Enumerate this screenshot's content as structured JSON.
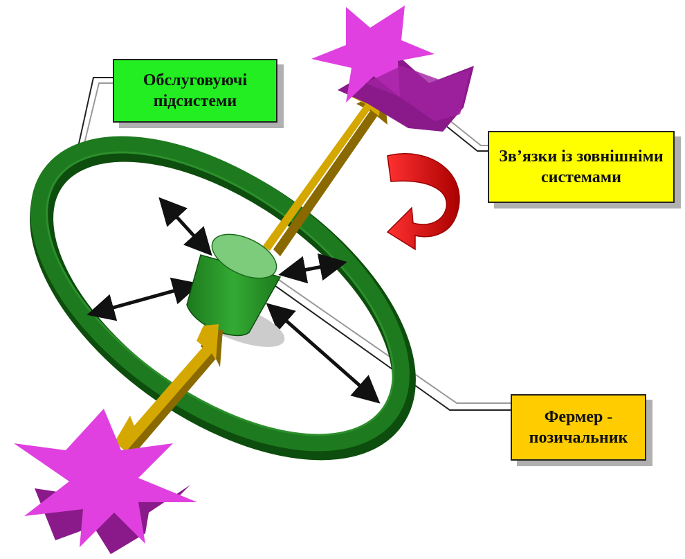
{
  "labels": {
    "service_subsystems": "Обслуговуючі\nпідсистеми",
    "external_links": "Зв’язки із зовнішніми\nсистемами",
    "farmer_borrower": "Фермер -\nпозичальник"
  },
  "colors": {
    "ring": "#1e7a1e",
    "ring_dark": "#0d4d0d",
    "cylinder": "#2a9a2a",
    "star": "#e040e0",
    "star_dark": "#8a1a8a",
    "gold_arrow": "#d4a800",
    "red_arrow": "#dd0000",
    "label_green": "#22ee22",
    "label_yellow": "#ffff00",
    "label_gold": "#ffcc00"
  }
}
